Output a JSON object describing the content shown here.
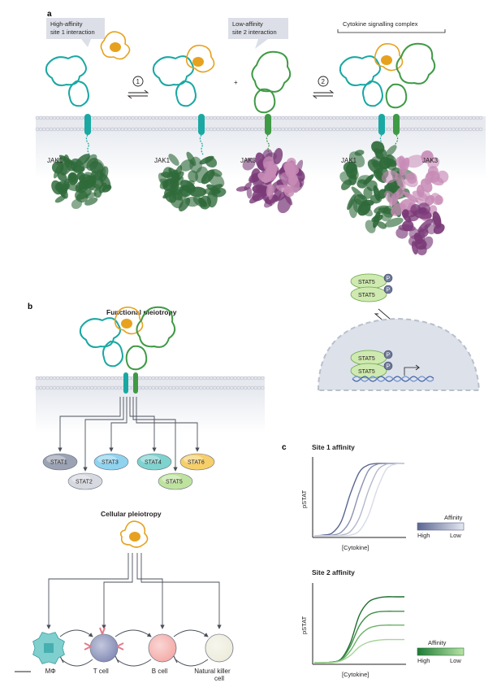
{
  "panels": {
    "a": {
      "letter": "a",
      "callout_site1": [
        "High-affinity",
        "site 1 interaction"
      ],
      "callout_site2": [
        "Low-affinity",
        "site 2 interaction"
      ],
      "complex_label": "Cytokine signalling complex",
      "step1": "1",
      "step2": "2",
      "plus": "+",
      "jak_labels": [
        "JAK1",
        "JAK1",
        "JAK3",
        "JAK1",
        "JAK3"
      ],
      "stat5_labels": [
        "STAT5",
        "STAT5"
      ],
      "phospho": "P",
      "nucleus_stat5_labels": [
        "STAT5",
        "STAT5"
      ]
    },
    "b": {
      "letter": "b",
      "functional_title": "Functional pleiotropy",
      "stats": [
        {
          "label": "STAT1",
          "color": "#9aa2b3"
        },
        {
          "label": "STAT3",
          "color": "#8fd3ef"
        },
        {
          "label": "STAT4",
          "color": "#7fd3cf"
        },
        {
          "label": "STAT6",
          "color": "#f6cf6a"
        },
        {
          "label": "STAT2",
          "color": "#d7d9e0"
        },
        {
          "label": "STAT5",
          "color": "#bfe39f"
        }
      ],
      "cellular_title": "Cellular pleiotropy",
      "cells": [
        {
          "label": "MΦ",
          "color": "#7fcfcf"
        },
        {
          "label": "T cell",
          "color": "#7d86b3"
        },
        {
          "label": "B cell",
          "color": "#f3a6a2"
        },
        {
          "label": "Natural killer",
          "label2": "cell",
          "color": "#ecebd9"
        }
      ]
    },
    "c": {
      "letter": "c",
      "site1": {
        "title": "Site 1 affinity",
        "ylabel": "pSTAT",
        "xlabel": "[Cytokine]",
        "legend_title": "Affinity",
        "legend_left": "High",
        "legend_right": "Low",
        "grad_from": "#5a6690",
        "grad_to": "#e4e8f1"
      },
      "site2": {
        "title": "Site 2 affinity",
        "ylabel": "pSTAT",
        "xlabel": "[Cytokine]",
        "legend_title": "Affinity",
        "legend_left": "High",
        "legend_right": "Low",
        "grad_from": "#1f7a36",
        "grad_to": "#b9e3a6"
      }
    }
  },
  "colors": {
    "membrane_band": "#eceef3",
    "lipid_head": "#c2c6d1",
    "cytoplasm": "#eef0f4",
    "receptor_teal": "#1aa8a3",
    "receptor_green": "#3f9a45",
    "cytokine_gold": "#e6a21e",
    "jak1_green": "#2f6a3a",
    "jak3_purple": "#7a3a78",
    "stat5_fill": "#cfeab0",
    "nucleus": "#dde1ea"
  },
  "chart_data": [
    {
      "type": "line",
      "title": "Site 1 affinity",
      "xlabel": "[Cytokine]",
      "ylabel": "pSTAT",
      "series": [
        {
          "color": "#5a6690",
          "x": [
            0,
            1,
            2,
            3,
            4,
            5,
            6,
            7,
            8,
            9,
            10
          ],
          "y": [
            0.0,
            0.01,
            0.04,
            0.2,
            0.58,
            0.88,
            0.98,
            1.0,
            1.0,
            1.0,
            1.0
          ]
        },
        {
          "color": "#8a93b0",
          "x": [
            0,
            1,
            2,
            3,
            4,
            5,
            6,
            7,
            8,
            9,
            10
          ],
          "y": [
            0.0,
            0.0,
            0.01,
            0.05,
            0.22,
            0.6,
            0.9,
            0.99,
            1.0,
            1.0,
            1.0
          ]
        },
        {
          "color": "#b3b9cc",
          "x": [
            0,
            1,
            2,
            3,
            4,
            5,
            6,
            7,
            8,
            9,
            10
          ],
          "y": [
            0.0,
            0.0,
            0.0,
            0.01,
            0.06,
            0.25,
            0.62,
            0.9,
            0.99,
            1.0,
            1.0
          ]
        },
        {
          "color": "#d7dbe6",
          "x": [
            0,
            1,
            2,
            3,
            4,
            5,
            6,
            7,
            8,
            9,
            10
          ],
          "y": [
            0.0,
            0.0,
            0.0,
            0.0,
            0.01,
            0.07,
            0.28,
            0.65,
            0.92,
            0.99,
            1.0
          ]
        }
      ]
    },
    {
      "type": "line",
      "title": "Site 2 affinity",
      "xlabel": "[Cytokine]",
      "ylabel": "pSTAT",
      "series": [
        {
          "color": "#1f6e30",
          "x": [
            0,
            1,
            2,
            3,
            4,
            5,
            6,
            7,
            8,
            9,
            10
          ],
          "y": [
            0.0,
            0.0,
            0.01,
            0.06,
            0.3,
            0.72,
            0.92,
            0.98,
            1.0,
            1.0,
            1.0
          ]
        },
        {
          "color": "#3f9048",
          "x": [
            0,
            1,
            2,
            3,
            4,
            5,
            6,
            7,
            8,
            9,
            10
          ],
          "y": [
            0.0,
            0.0,
            0.01,
            0.05,
            0.25,
            0.56,
            0.72,
            0.77,
            0.78,
            0.78,
            0.78
          ]
        },
        {
          "color": "#6bb269",
          "x": [
            0,
            1,
            2,
            3,
            4,
            5,
            6,
            7,
            8,
            9,
            10
          ],
          "y": [
            0.0,
            0.0,
            0.01,
            0.04,
            0.18,
            0.4,
            0.52,
            0.56,
            0.57,
            0.57,
            0.57
          ]
        },
        {
          "color": "#a6d59a",
          "x": [
            0,
            1,
            2,
            3,
            4,
            5,
            6,
            7,
            8,
            9,
            10
          ],
          "y": [
            0.0,
            0.0,
            0.0,
            0.03,
            0.11,
            0.24,
            0.31,
            0.34,
            0.35,
            0.35,
            0.35
          ]
        }
      ]
    }
  ]
}
